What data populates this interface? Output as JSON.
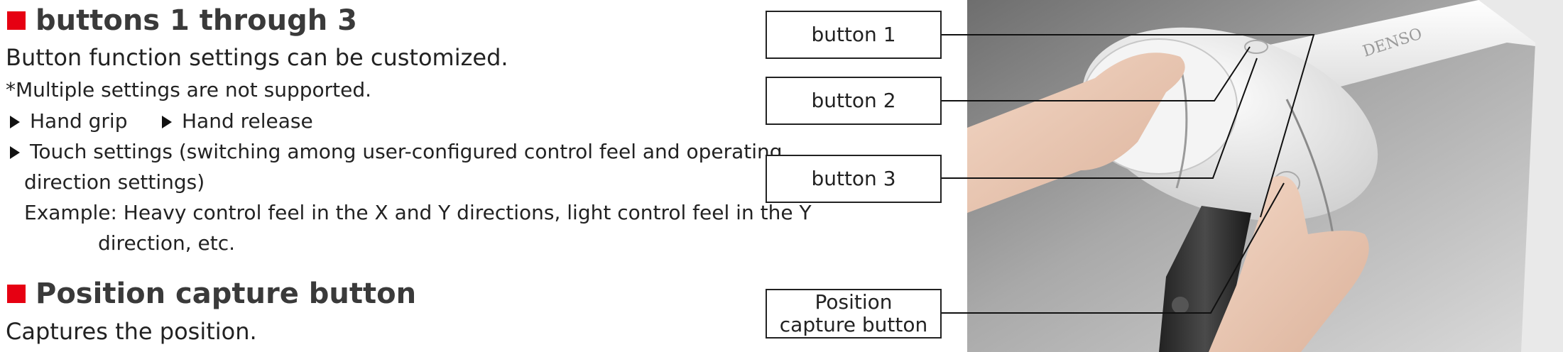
{
  "section1": {
    "title": "buttons 1 through 3",
    "intro": "Button function settings can be customized.",
    "note": "*Multiple settings are not supported.",
    "bullet_a": "Hand grip",
    "bullet_b": "Hand release",
    "bullet_c_line1": "Touch settings (switching among user-configured control feel and operating",
    "bullet_c_line2": "direction settings)",
    "example_line1": "Example: Heavy control feel in the X and Y directions, light control feel in the Y",
    "example_line2": "direction, etc."
  },
  "section2": {
    "title": "Position capture button",
    "description": "Captures the position."
  },
  "callouts": {
    "button1": "button 1",
    "button2": "button 2",
    "button3": "button 3",
    "capture_line1": "Position",
    "capture_line2": "capture button"
  },
  "photo": {
    "brand_text": "DENSO"
  },
  "colors": {
    "accent": "#e60012",
    "heading": "#3a3a3a"
  }
}
